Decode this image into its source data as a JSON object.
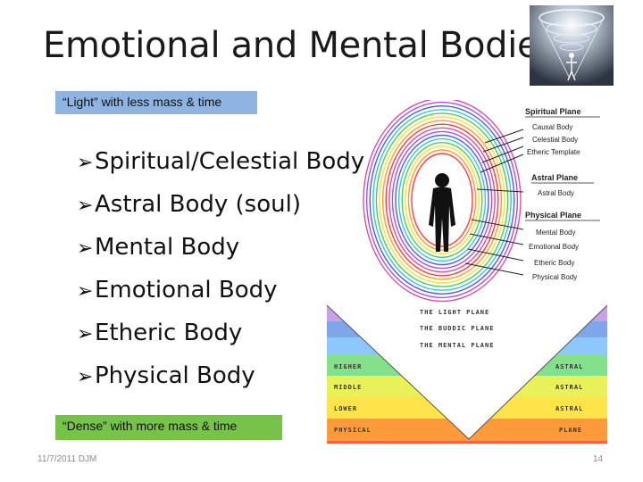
{
  "slide": {
    "title": "Emotional and Mental Bodies",
    "light_note": "“Light” with less mass & time",
    "dense_note": "“Dense” with more mass & time",
    "bodies": [
      "Spiritual/Celestial Body",
      "Astral Body (soul)",
      "Mental Body",
      "Emotional Body",
      "Etheric Body",
      "Physical Body"
    ],
    "footer_date": "11/7/2011 DJM",
    "page_number": "14"
  },
  "diagram": {
    "legend": {
      "spiritual_heading": "Spiritual Plane",
      "causal": "Causal Body",
      "celestial": "Celestial Body",
      "etheric_template": "Etheric Template",
      "astral_heading": "Astral Plane",
      "astral_body": "Astral Body",
      "physical_heading": "Physical Plane",
      "mental": "Mental Body",
      "emotional": "Emotional Body",
      "etheric": "Etheric Body",
      "physical": "Physical Body"
    },
    "planes": {
      "light": "THE LIGHT PLANE",
      "buddic": "THE BUDDIC PLANE",
      "mental": "THE MENTAL PLANE",
      "higher": "HIGHER",
      "middle": "MIDDLE",
      "lower": "LOWER",
      "physical": "PHYSICAL",
      "astral": "ASTRAL",
      "plane": "PLANE"
    },
    "band_colors": [
      "#c8a2e6",
      "#7ea6e8",
      "#8ec6ff",
      "#84e08a",
      "#e8f15a",
      "#ffe34a",
      "#ff9b3a",
      "#ff5a4a"
    ],
    "aura_colors": [
      "#ff3b3b",
      "#ff9a2e",
      "#f7e23a",
      "#4fcf4f",
      "#35c5e8",
      "#4f5fe0",
      "#b04fe0",
      "#d94f9f"
    ]
  }
}
